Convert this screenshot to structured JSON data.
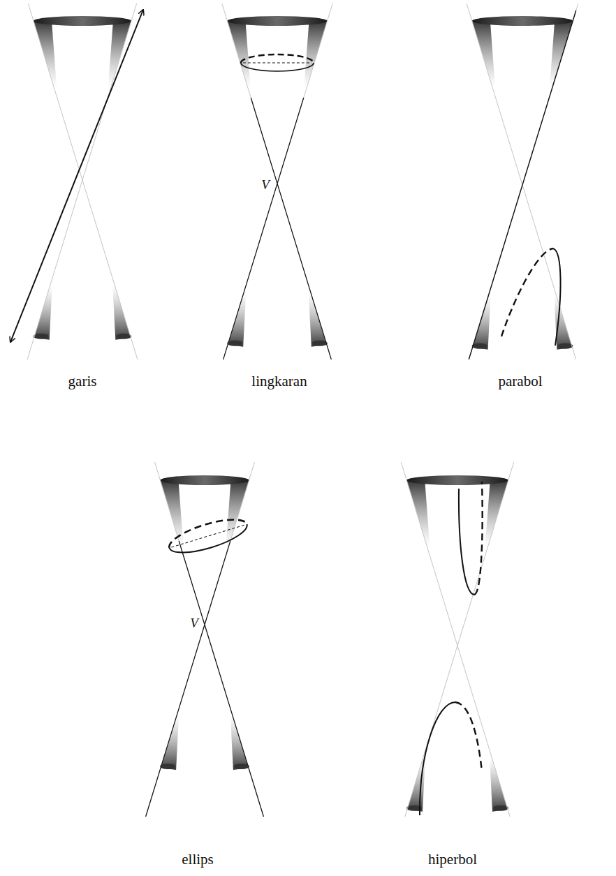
{
  "diagram": {
    "labels": [
      "garis",
      "V",
      "lingkaran",
      "parabol",
      "V",
      "ellips",
      "hiperbol"
    ]
  }
}
